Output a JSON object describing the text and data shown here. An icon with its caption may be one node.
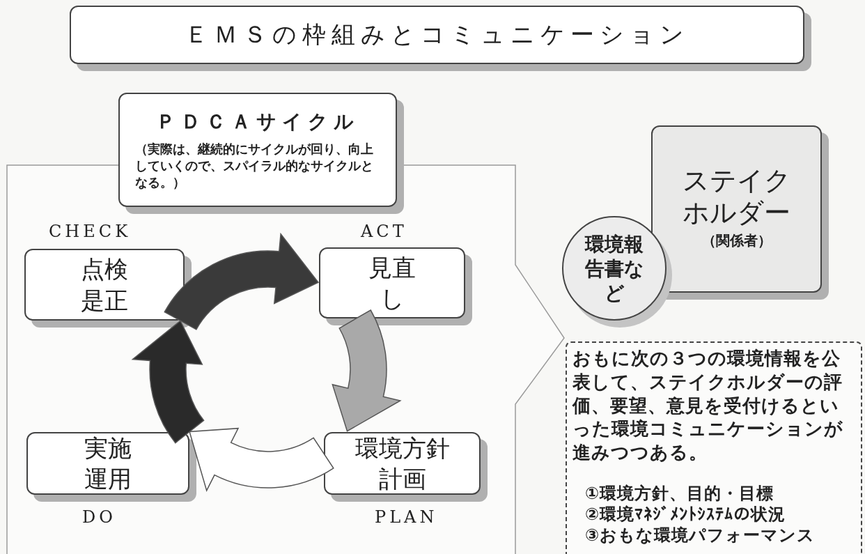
{
  "diagram": {
    "title": "ＥＭＳの枠組みとコミュニケーション",
    "nodes": [
      {
        "text": [
          "ＰＤＣＡサイクル",
          "（実際は、継続的にサイクルが回り、向上していくので、スパイラル的なサイクルとなる。）"
        ]
      },
      {
        "text": [],
        "shape": "arrow"
      },
      {
        "text": [
          "点検是正"
        ],
        "in": 1,
        "beside": [
          "CHECK"
        ]
      },
      {
        "text": [
          "見直し"
        ],
        "in": 1,
        "beside": [
          "ACT"
        ]
      },
      {
        "text": [
          "実施運用"
        ],
        "in": 1,
        "beside": [
          "DO"
        ]
      },
      {
        "text": [
          "環境方針計画"
        ],
        "in": 1,
        "beside": [
          "PLAN"
        ]
      },
      {
        "text": [
          "ステイクホルダー",
          "（関係者）"
        ]
      },
      {
        "text": [
          "環境報告書など"
        ]
      },
      {
        "text": [
          "おもに次の３つの環境情報を公表して、ステイクホルダーの評価、要望、意見を受付けるといった環境コミュニケーションが進みつつある。",
          "①環境方針、目的・目標",
          "②環境ﾏﾈｼﾞﾒﾝﾄｼｽﾃﾑの状況",
          "③おもな環境パフォーマンス"
        ]
      }
    ],
    "edges": [
      {
        "from": 2,
        "to": 3,
        "arrow": "to",
        "style": "thick",
        "color": "#3a3a3a"
      },
      {
        "from": 3,
        "to": 5,
        "arrow": "to",
        "style": "thick",
        "color": "#a9a9a9"
      },
      {
        "from": 5,
        "to": 4,
        "arrow": "to",
        "style": "thick",
        "color": "#ffffff"
      },
      {
        "from": 4,
        "to": 2,
        "arrow": "to",
        "style": "thick",
        "color": "#2a2a2a"
      }
    ]
  }
}
